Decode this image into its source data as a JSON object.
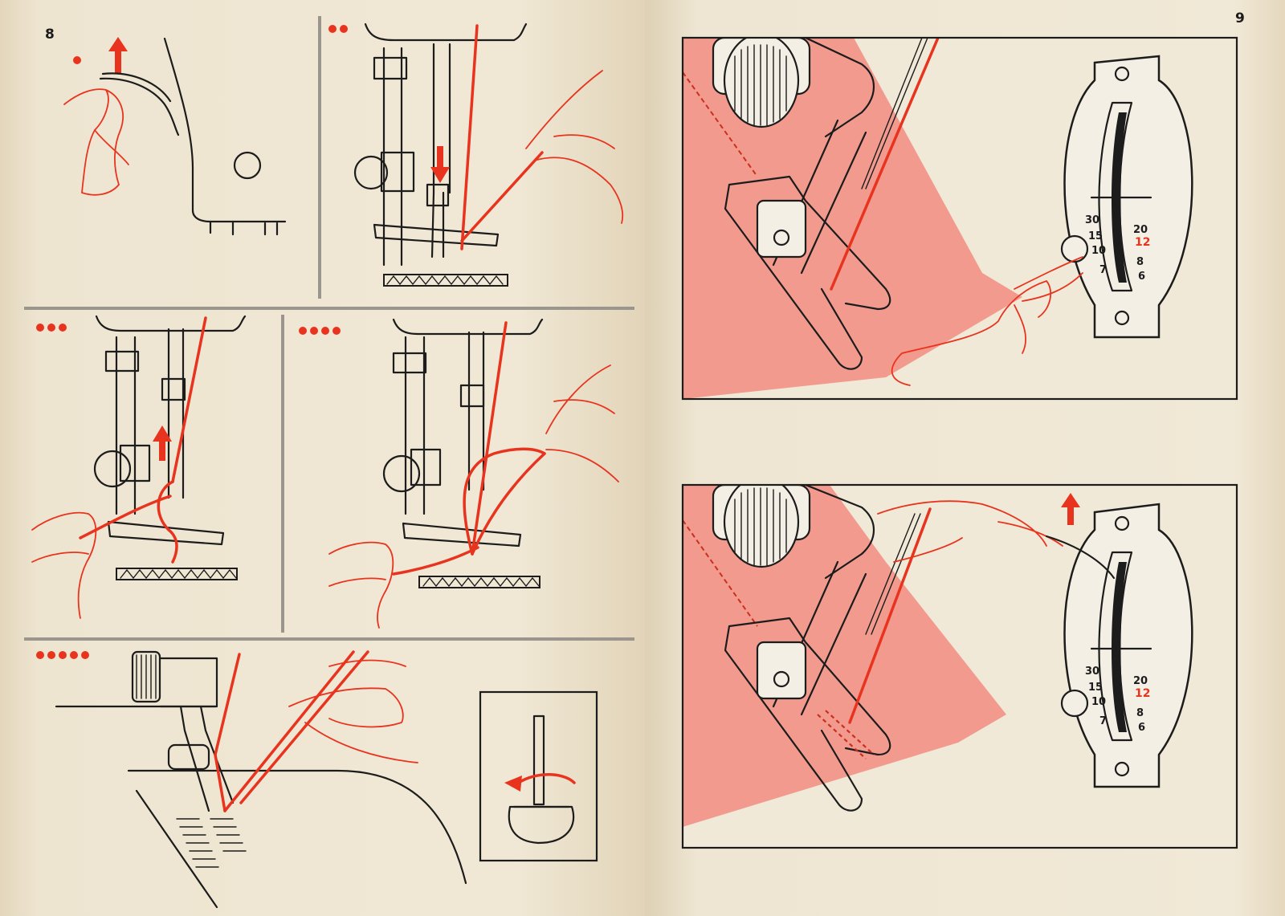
{
  "pages": {
    "left_number": "8",
    "right_number": "9"
  },
  "dial": {
    "left_marks": [
      "30",
      "15",
      "10",
      "7"
    ],
    "right_marks": [
      "20",
      "12",
      "8",
      "6"
    ],
    "highlight": "12"
  },
  "colors": {
    "accent_red": "#e8341f",
    "fabric_pink": "#f29a8e",
    "paper": "#ede3cf",
    "ink": "#1c1c1c",
    "panel_rule_grey": "#9a968d"
  },
  "icons": {
    "step_marker": "red-dot-icon",
    "direction_up": "arrow-up-icon",
    "direction_down": "arrow-down-icon",
    "rotate": "rotate-arrow-icon"
  },
  "steps": [
    {
      "dots": 1
    },
    {
      "dots": 2
    },
    {
      "dots": 3
    },
    {
      "dots": 4
    },
    {
      "dots": 5
    }
  ]
}
